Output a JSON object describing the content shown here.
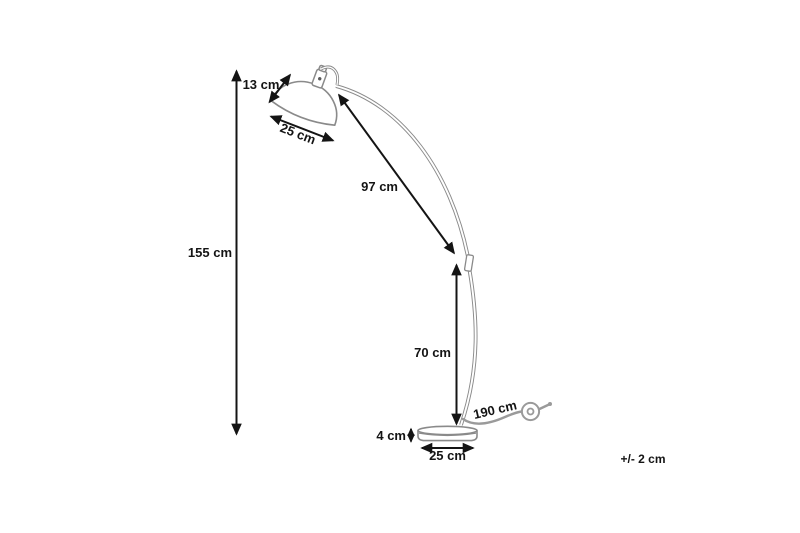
{
  "diagram": {
    "subject": "arc-floor-lamp-dimension-drawing",
    "colors": {
      "background": "#ffffff",
      "dimension_lines": "#141414",
      "lamp_outline": "#8a8a8a",
      "cable": "#9a9a9a"
    },
    "labels": {
      "shade_height": "13 cm",
      "shade_width": "25 cm",
      "arm_length": "97 cm",
      "total_height": "155 cm",
      "pole_height": "70 cm",
      "cable_length": "190 cm",
      "base_height": "4 cm",
      "base_diameter": "25 cm",
      "tolerance": "+/- 2 cm"
    }
  }
}
